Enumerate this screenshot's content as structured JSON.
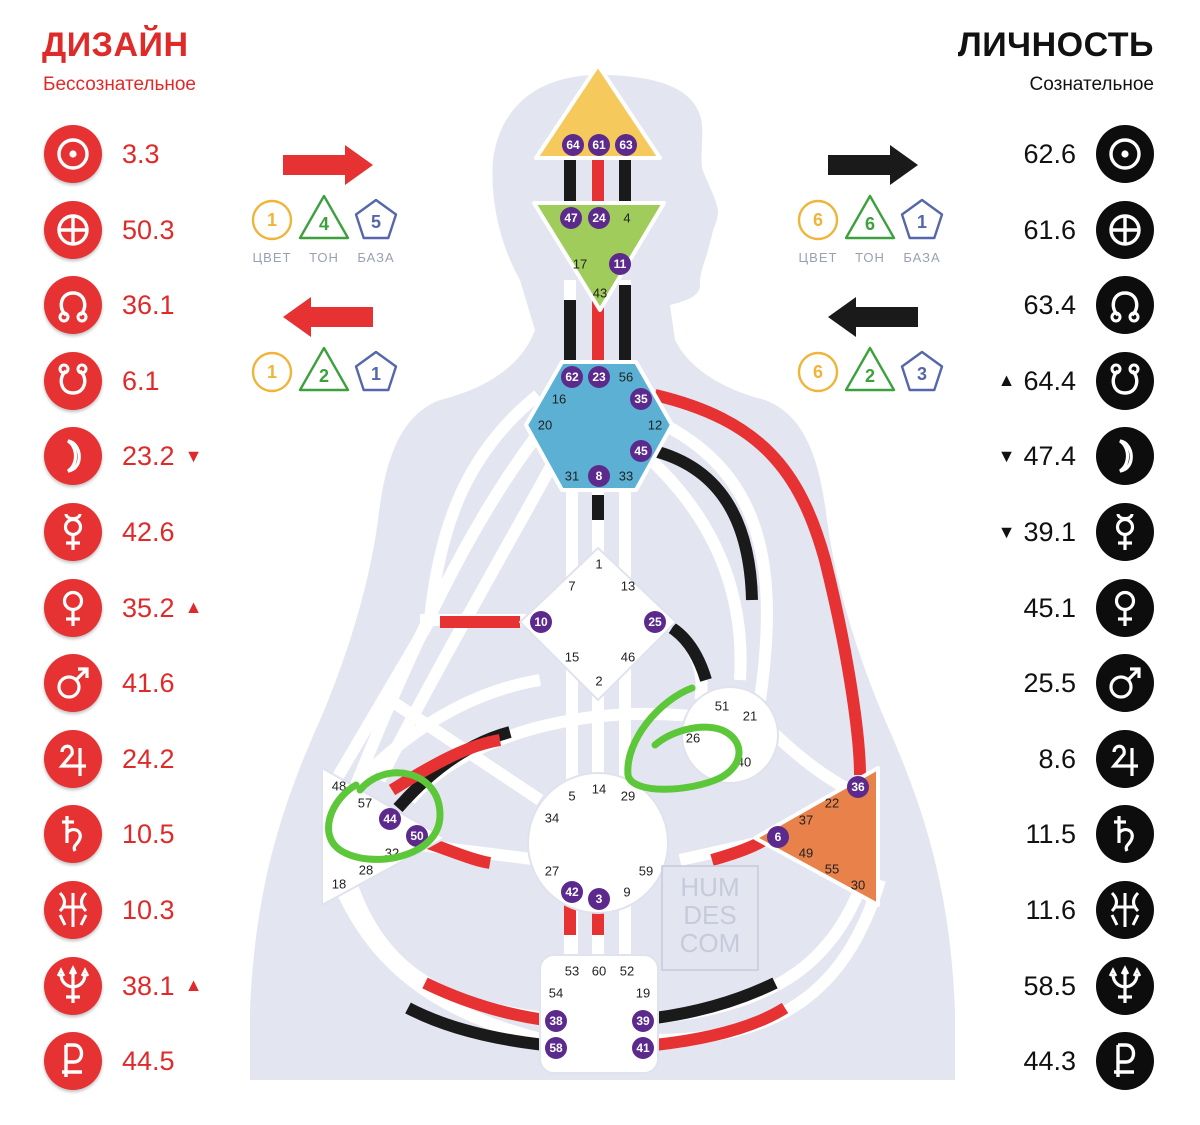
{
  "design": {
    "title": "ДИЗАЙН",
    "subtitle": "Бессознательное",
    "color": "#e02a2a",
    "planets": [
      {
        "icon": "sun-icon",
        "value": "3.3",
        "mark": ""
      },
      {
        "icon": "earth-icon",
        "value": "50.3",
        "mark": ""
      },
      {
        "icon": "north-node-icon",
        "value": "36.1",
        "mark": ""
      },
      {
        "icon": "south-node-icon",
        "value": "6.1",
        "mark": ""
      },
      {
        "icon": "moon-icon",
        "value": "23.2",
        "mark": "▼"
      },
      {
        "icon": "mercury-icon",
        "value": "42.6",
        "mark": ""
      },
      {
        "icon": "venus-icon",
        "value": "35.2",
        "mark": "▲"
      },
      {
        "icon": "mars-icon",
        "value": "41.6",
        "mark": ""
      },
      {
        "icon": "jupiter-icon",
        "value": "24.2",
        "mark": ""
      },
      {
        "icon": "saturn-icon",
        "value": "10.5",
        "mark": ""
      },
      {
        "icon": "uranus-icon",
        "value": "10.3",
        "mark": ""
      },
      {
        "icon": "neptune-icon",
        "value": "38.1",
        "mark": "▲"
      },
      {
        "icon": "pluto-icon",
        "value": "44.5",
        "mark": ""
      }
    ]
  },
  "personality": {
    "title": "ЛИЧНОСТЬ",
    "subtitle": "Сознательное",
    "color": "#111111",
    "planets": [
      {
        "icon": "sun-icon",
        "value": "62.6",
        "mark": ""
      },
      {
        "icon": "earth-icon",
        "value": "61.6",
        "mark": ""
      },
      {
        "icon": "north-node-icon",
        "value": "63.4",
        "mark": ""
      },
      {
        "icon": "south-node-icon",
        "value": "64.4",
        "mark": "▲"
      },
      {
        "icon": "moon-icon",
        "value": "47.4",
        "mark": "▼"
      },
      {
        "icon": "mercury-icon",
        "value": "39.1",
        "mark": "▼"
      },
      {
        "icon": "venus-icon",
        "value": "45.1",
        "mark": ""
      },
      {
        "icon": "mars-icon",
        "value": "25.5",
        "mark": ""
      },
      {
        "icon": "jupiter-icon",
        "value": "8.6",
        "mark": ""
      },
      {
        "icon": "saturn-icon",
        "value": "11.5",
        "mark": ""
      },
      {
        "icon": "uranus-icon",
        "value": "11.6",
        "mark": ""
      },
      {
        "icon": "neptune-icon",
        "value": "58.5",
        "mark": ""
      },
      {
        "icon": "pluto-icon",
        "value": "44.3",
        "mark": ""
      }
    ]
  },
  "variables": {
    "labels": [
      "ЦВЕТ",
      "ТОН",
      "БАЗА"
    ],
    "design_top": {
      "direction": "right",
      "color": "1",
      "tone": "4",
      "base": "5"
    },
    "design_bottom": {
      "direction": "left",
      "color": "1",
      "tone": "2",
      "base": "1"
    },
    "personality_top": {
      "direction": "right",
      "color": "6",
      "tone": "6",
      "base": "1"
    },
    "personality_bottom": {
      "direction": "left",
      "color": "6",
      "tone": "2",
      "base": "3"
    }
  },
  "watermark": [
    "HUM",
    "DES",
    "COM"
  ],
  "colors": {
    "design": "#e63232",
    "personality": "#1a1a1a",
    "active_gate": "#5b2a8c",
    "head": "#f5c95b",
    "ajna": "#9fcc5a",
    "throat": "#5bb0d4",
    "sacral_solar_spleen": "#ffffff",
    "solar_plexus": "#e9824a",
    "annotation": "#5dc73a"
  },
  "centers": {
    "head": {
      "gates": [
        {
          "n": "64",
          "active": true
        },
        {
          "n": "61",
          "active": true
        },
        {
          "n": "63",
          "active": true
        }
      ]
    },
    "ajna": {
      "gates": [
        {
          "n": "47",
          "active": true
        },
        {
          "n": "24",
          "active": true
        },
        {
          "n": "4",
          "active": false
        },
        {
          "n": "17",
          "active": false
        },
        {
          "n": "11",
          "active": true
        },
        {
          "n": "43",
          "active": false
        }
      ]
    },
    "throat": {
      "gates": [
        {
          "n": "62",
          "active": true
        },
        {
          "n": "23",
          "active": true
        },
        {
          "n": "56",
          "active": false
        },
        {
          "n": "16",
          "active": false
        },
        {
          "n": "35",
          "active": true
        },
        {
          "n": "20",
          "active": false
        },
        {
          "n": "12",
          "active": false
        },
        {
          "n": "45",
          "active": true
        },
        {
          "n": "31",
          "active": false
        },
        {
          "n": "8",
          "active": true
        },
        {
          "n": "33",
          "active": false
        }
      ]
    },
    "g": {
      "gates": [
        {
          "n": "1",
          "active": false
        },
        {
          "n": "7",
          "active": false
        },
        {
          "n": "13",
          "active": false
        },
        {
          "n": "10",
          "active": true
        },
        {
          "n": "25",
          "active": true
        },
        {
          "n": "15",
          "active": false
        },
        {
          "n": "46",
          "active": false
        },
        {
          "n": "2",
          "active": false
        }
      ]
    },
    "heart": {
      "gates": [
        {
          "n": "51",
          "active": false
        },
        {
          "n": "21",
          "active": false
        },
        {
          "n": "26",
          "active": false
        },
        {
          "n": "40",
          "active": false
        }
      ]
    },
    "spleen": {
      "gates": [
        {
          "n": "48",
          "active": false
        },
        {
          "n": "57",
          "active": false
        },
        {
          "n": "44",
          "active": true
        },
        {
          "n": "50",
          "active": true
        },
        {
          "n": "32",
          "active": false
        },
        {
          "n": "28",
          "active": false
        },
        {
          "n": "18",
          "active": false
        }
      ]
    },
    "sacral": {
      "gates": [
        {
          "n": "5",
          "active": false
        },
        {
          "n": "14",
          "active": false
        },
        {
          "n": "29",
          "active": false
        },
        {
          "n": "34",
          "active": false
        },
        {
          "n": "27",
          "active": false
        },
        {
          "n": "59",
          "active": false
        },
        {
          "n": "42",
          "active": true
        },
        {
          "n": "3",
          "active": true
        },
        {
          "n": "9",
          "active": false
        }
      ]
    },
    "solar_plexus": {
      "gates": [
        {
          "n": "36",
          "active": true
        },
        {
          "n": "22",
          "active": false
        },
        {
          "n": "37",
          "active": false
        },
        {
          "n": "6",
          "active": true
        },
        {
          "n": "49",
          "active": false
        },
        {
          "n": "55",
          "active": false
        },
        {
          "n": "30",
          "active": false
        }
      ]
    },
    "root": {
      "gates": [
        {
          "n": "53",
          "active": false
        },
        {
          "n": "60",
          "active": false
        },
        {
          "n": "52",
          "active": false
        },
        {
          "n": "54",
          "active": false
        },
        {
          "n": "19",
          "active": false
        },
        {
          "n": "38",
          "active": true
        },
        {
          "n": "39",
          "active": true
        },
        {
          "n": "58",
          "active": true
        },
        {
          "n": "41",
          "active": true
        }
      ]
    }
  }
}
